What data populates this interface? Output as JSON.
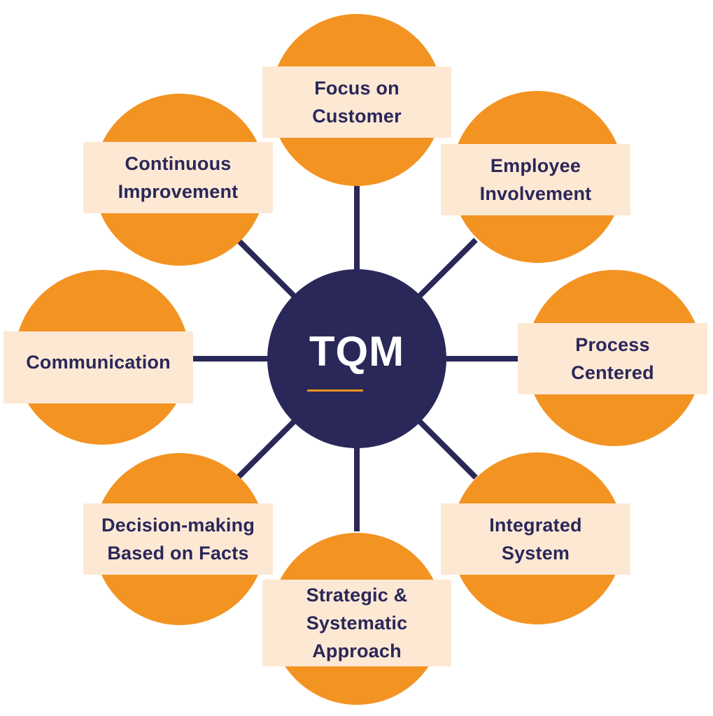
{
  "diagram": {
    "title": "TQM",
    "colors": {
      "hub": "#2A2759",
      "node": "#F39322",
      "label_bg": "#FDE8D4",
      "text": "#2A2759",
      "connector": "#2A2759",
      "accent_underline": "#F39322"
    },
    "hub": {
      "label": "TQM"
    },
    "nodes": [
      {
        "id": "focus-on-customer",
        "lines": [
          "Focus on",
          "Customer"
        ]
      },
      {
        "id": "employee-involvement",
        "lines": [
          "Employee",
          "Involvement"
        ]
      },
      {
        "id": "process-centered",
        "lines": [
          "Process",
          "Centered"
        ]
      },
      {
        "id": "integrated-system",
        "lines": [
          "Integrated",
          "System"
        ]
      },
      {
        "id": "strategic-systematic-approach",
        "lines": [
          "Strategic &",
          "Systematic",
          "Approach"
        ]
      },
      {
        "id": "decision-making",
        "lines": [
          "Decision-making",
          "Based on Facts"
        ]
      },
      {
        "id": "communication",
        "lines": [
          "Communication"
        ]
      },
      {
        "id": "continuous-improvement",
        "lines": [
          "Continuous",
          "Improvement"
        ]
      }
    ]
  }
}
